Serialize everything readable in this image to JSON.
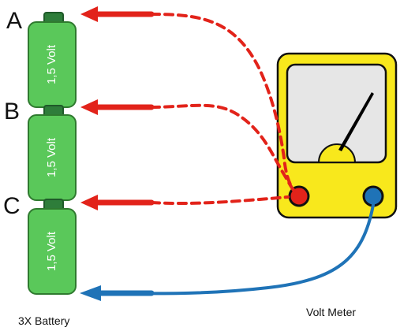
{
  "points": [
    {
      "label": "A",
      "probe": "red"
    },
    {
      "label": "B",
      "probe": "red"
    },
    {
      "label": "C",
      "probe": "red"
    }
  ],
  "battery": {
    "cells": [
      {
        "label": "1,5 Volt"
      },
      {
        "label": "1,5 Volt"
      },
      {
        "label": "1,5 Volt"
      }
    ],
    "caption": "3X Battery"
  },
  "meter": {
    "caption": "Volt Meter"
  },
  "colors": {
    "cell_fill": "#5ac85a",
    "cell_stroke": "#2f7a2f",
    "terminal_fill": "#2e7d3a",
    "meter_body": "#f8e81c",
    "meter_face": "#e6e6e6",
    "needle": "#000000",
    "red_probe": "#e2231a",
    "blue_probe": "#1f73b7",
    "dashed_wire": "#e2231a",
    "blue_wire": "#1f73b7"
  }
}
